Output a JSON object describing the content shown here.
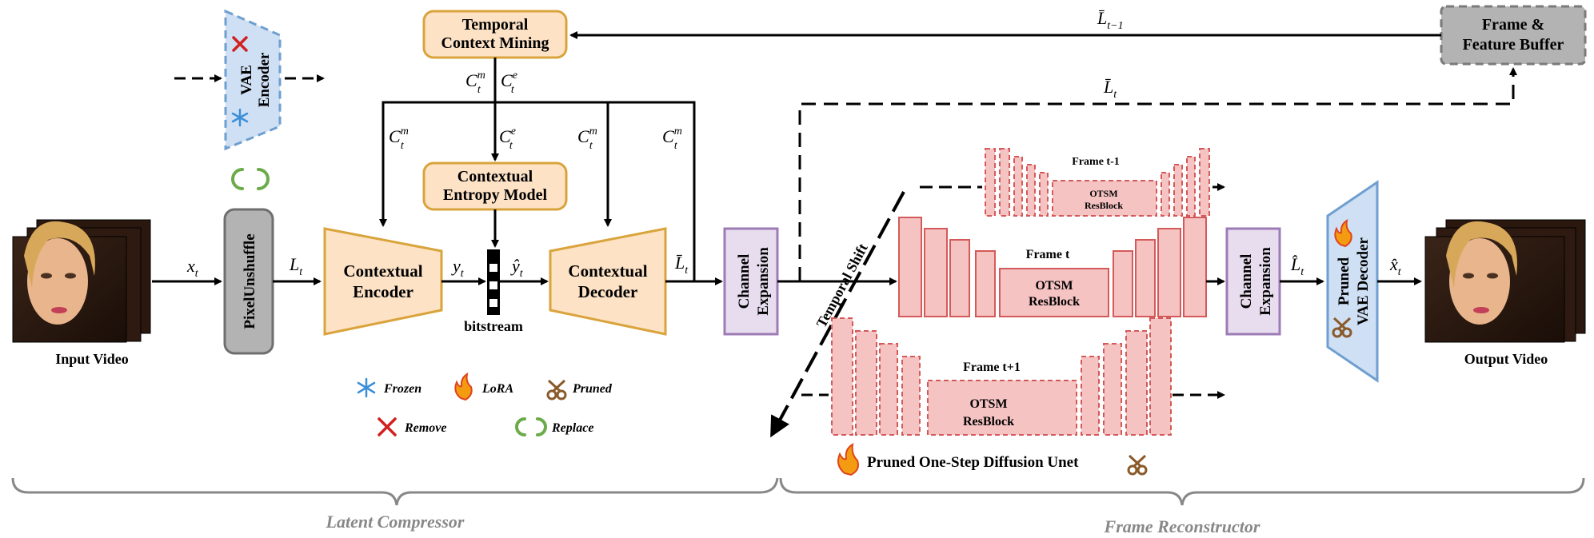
{
  "colors": {
    "orange_fill": "#fde2c6",
    "orange_stroke": "#d9a43c",
    "purple_fill": "#e8ddef",
    "purple_stroke": "#9d7bb5",
    "blue_fill": "#cfe0f4",
    "blue_stroke": "#6f9fcf",
    "gray_fill": "#b3b3b3",
    "gray_stroke": "#7a7a7a",
    "pink_fill": "#f6c3c3",
    "pink_stroke": "#d45a5a",
    "section_label": "#888888"
  },
  "blocks": {
    "temporal_context_mining": [
      "Temporal",
      "Context Mining"
    ],
    "contextual_entropy_model": [
      "Contextual",
      "Entropy Model"
    ],
    "contextual_encoder": [
      "Contextual",
      "Encoder"
    ],
    "contextual_decoder": [
      "Contextual",
      "Decoder"
    ],
    "pixel_unshuffle": "PixelUnshuffle",
    "vae_encoder": [
      "VAE",
      "Encoder"
    ],
    "channel_expansion": [
      "Channel",
      "Expansion"
    ],
    "frame_feature_buffer": [
      "Frame &",
      "Feature Buffer"
    ],
    "pruned_vae_decoder": [
      "Pruned",
      "VAE Decoder"
    ],
    "bitstream": "bitstream"
  },
  "images": {
    "input_video": "Input Video",
    "output_video": "Output Video"
  },
  "unet": {
    "frame_prev": "Frame t-1",
    "frame_cur": "Frame t",
    "frame_next": "Frame t+1",
    "otsm": "OTSM",
    "resblock": "ResBlock",
    "temporal_shift": "Temporal Shift",
    "caption": "Pruned One-Step Diffusion Unet"
  },
  "symbols": {
    "x_t": "x",
    "L_t": "L",
    "y_t": "y",
    "x_hat": "x̂",
    "L_hat": "L̂",
    "y_hat": "ŷ",
    "L_bar": "L̄",
    "C": "C",
    "sub_t": "t",
    "sub_t_minus_1": "t−1",
    "sup_m": "m",
    "sup_e": "e"
  },
  "legend": {
    "frozen": "Frozen",
    "lora": "LoRA",
    "pruned": "Pruned",
    "remove": "Remove",
    "replace": "Replace"
  },
  "icons": [
    "snowflake-icon",
    "flame-icon",
    "scissors-icon",
    "remove-x-icon",
    "replace-arrows-icon"
  ],
  "sections": {
    "latent_compressor": "Latent Compressor",
    "frame_reconstructor": "Frame Reconstructor"
  }
}
